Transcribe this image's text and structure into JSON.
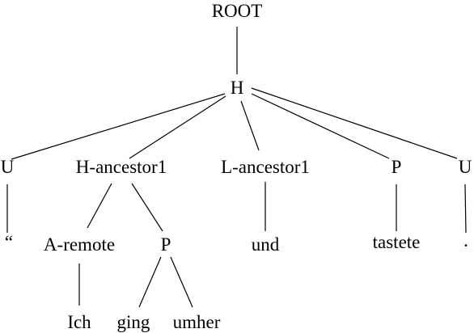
{
  "tree": {
    "nodes": {
      "root": "ROOT",
      "h": "H",
      "u_left": "U",
      "h_ancestor1": "H-ancestor1",
      "l_ancestor1": "L-ancestor1",
      "p_right": "P",
      "u_right": "U",
      "quote": "“",
      "a_remote": "A-remote",
      "p_mid": "P",
      "und": "und",
      "tastete": "tastete",
      "period": ".",
      "ich": "Ich",
      "ging": "ging",
      "umher": "umher"
    },
    "edges": [
      [
        "root",
        "h"
      ],
      [
        "h",
        "u_left"
      ],
      [
        "h",
        "h_ancestor1"
      ],
      [
        "h",
        "l_ancestor1"
      ],
      [
        "h",
        "p_right"
      ],
      [
        "h",
        "u_right"
      ],
      [
        "u_left",
        "quote"
      ],
      [
        "h_ancestor1",
        "a_remote"
      ],
      [
        "h_ancestor1",
        "p_mid"
      ],
      [
        "l_ancestor1",
        "und"
      ],
      [
        "p_right",
        "tastete"
      ],
      [
        "u_right",
        "period"
      ],
      [
        "a_remote",
        "ich"
      ],
      [
        "p_mid",
        "ging"
      ],
      [
        "p_mid",
        "umher"
      ]
    ]
  }
}
